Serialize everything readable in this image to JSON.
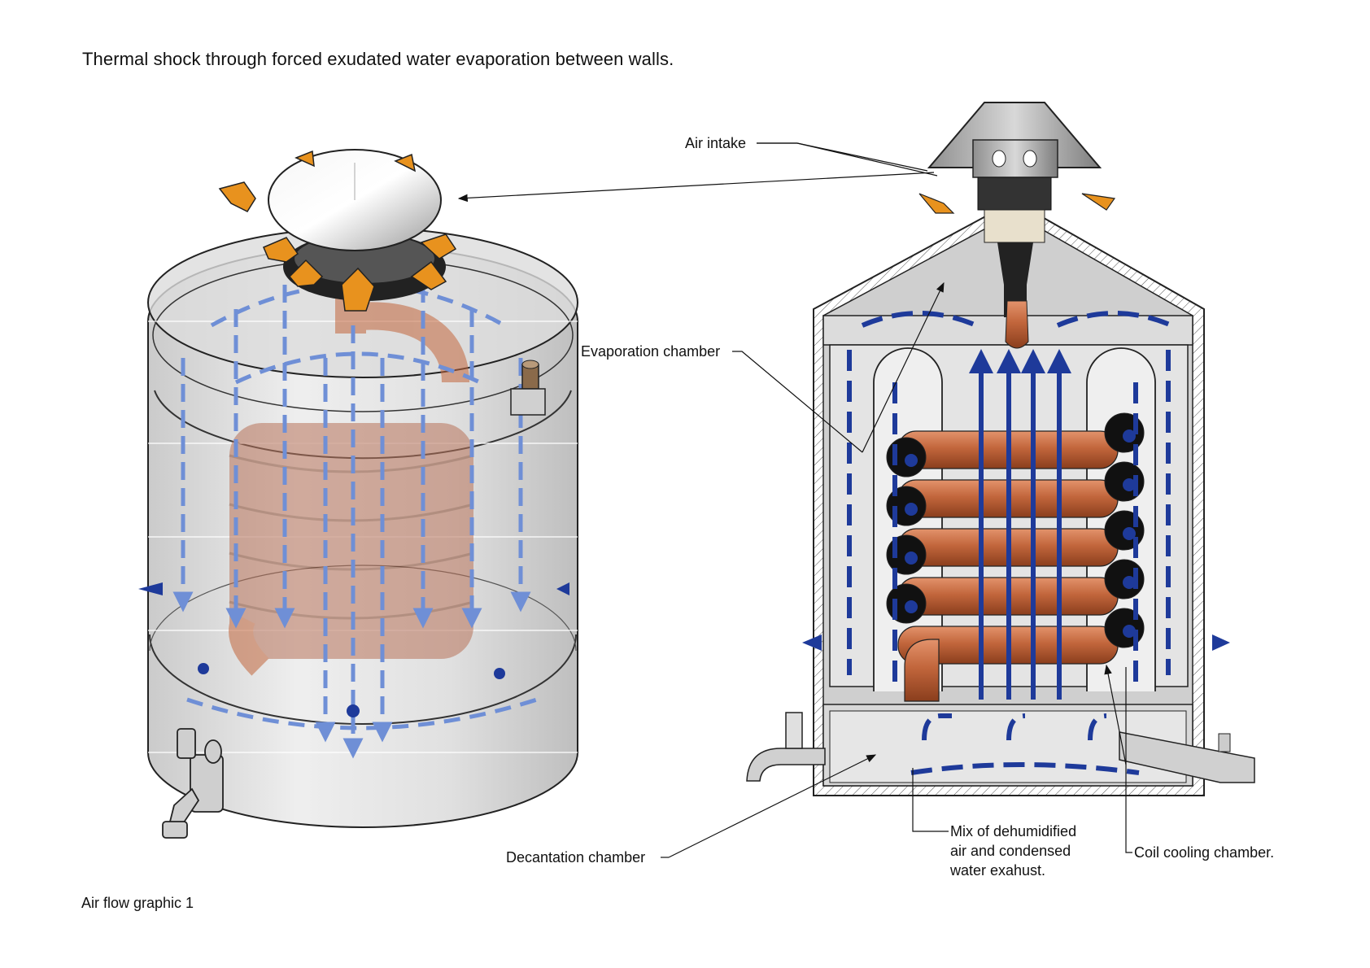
{
  "title": "Thermal shock through forced exudated water evaporation between walls.",
  "caption": "Air flow graphic 1",
  "labels": {
    "air_intake": "Air intake",
    "evaporation_chamber": "Evaporation chamber",
    "decantation_chamber": "Decantation chamber",
    "mix_line1": "Mix of dehumidified",
    "mix_line2": "air and condensed",
    "mix_line3": "water exahust.",
    "coil_cooling": "Coil cooling chamber."
  },
  "colors": {
    "airflow_blue": "#1e3a9a",
    "airflow_blue_light": "#6f8fd6",
    "intake_orange": "#e8921e",
    "copper": "#c2663c",
    "steel": "#c9c9c9"
  }
}
